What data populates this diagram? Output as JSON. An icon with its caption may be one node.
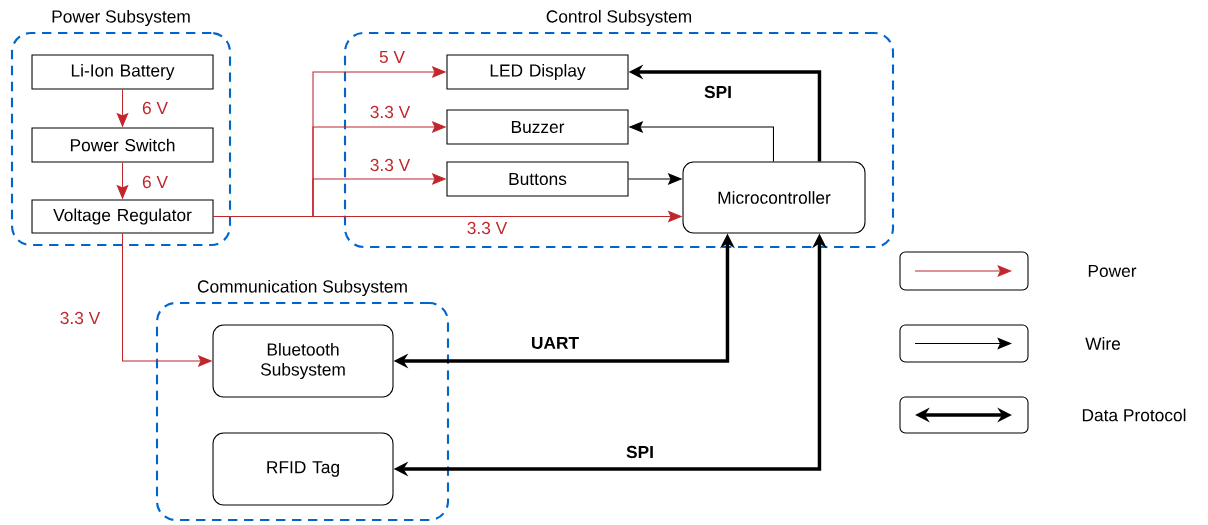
{
  "diagram": {
    "nodes": [
      {
        "text": [
          "Power Subsystem"
        ]
      },
      {
        "text": [
          "Li-Ion Battery"
        ],
        "in": 0
      },
      {
        "text": [
          "Power Switch"
        ],
        "in": 0
      },
      {
        "text": [
          "Voltage Regulator"
        ],
        "in": 0
      },
      {
        "text": [
          "Control Subsystem"
        ]
      },
      {
        "text": [
          "LED Display"
        ],
        "in": 4
      },
      {
        "text": [
          "Buzzer"
        ],
        "in": 4
      },
      {
        "text": [
          "Buttons"
        ],
        "in": 4
      },
      {
        "text": [
          "Microcontroller"
        ],
        "in": 4
      },
      {
        "text": [
          "Communication Subsystem"
        ]
      },
      {
        "text": [
          "Bluetooth Subsystem"
        ],
        "in": 9
      },
      {
        "text": [
          "RFID Tag"
        ],
        "in": 9
      }
    ],
    "edges": [
      {
        "from": 1,
        "to": 2,
        "arrow": "to",
        "label": "6 V",
        "color": "#c0272d"
      },
      {
        "from": 2,
        "to": 3,
        "arrow": "to",
        "label": "6 V",
        "color": "#c0272d"
      },
      {
        "from": 3,
        "to": 5,
        "arrow": "to",
        "label": "5 V",
        "color": "#c0272d"
      },
      {
        "from": 3,
        "to": 6,
        "arrow": "to",
        "label": "3.3 V",
        "color": "#c0272d"
      },
      {
        "from": 3,
        "to": 7,
        "arrow": "to",
        "label": "3.3 V",
        "color": "#c0272d"
      },
      {
        "from": 3,
        "to": 8,
        "arrow": "to",
        "label": "3.3 V",
        "color": "#c0272d"
      },
      {
        "from": 3,
        "to": 10,
        "arrow": "to",
        "label": "3.3 V",
        "color": "#c0272d"
      },
      {
        "from": 8,
        "to": 6,
        "arrow": "to",
        "color": "#000000"
      },
      {
        "from": 7,
        "to": 8,
        "arrow": "to",
        "color": "#000000"
      },
      {
        "from": 8,
        "to": 5,
        "arrow": "to",
        "label": "SPI",
        "style": "thick",
        "color": "#000000"
      },
      {
        "from": 8,
        "to": 10,
        "arrow": "both",
        "label": "UART",
        "style": "thick",
        "color": "#000000"
      },
      {
        "from": 8,
        "to": 11,
        "arrow": "both",
        "label": "SPI",
        "style": "thick",
        "color": "#000000"
      }
    ],
    "legend": [
      {
        "text": "Power"
      },
      {
        "text": "Wire"
      },
      {
        "text": "Data Protocol"
      }
    ]
  }
}
